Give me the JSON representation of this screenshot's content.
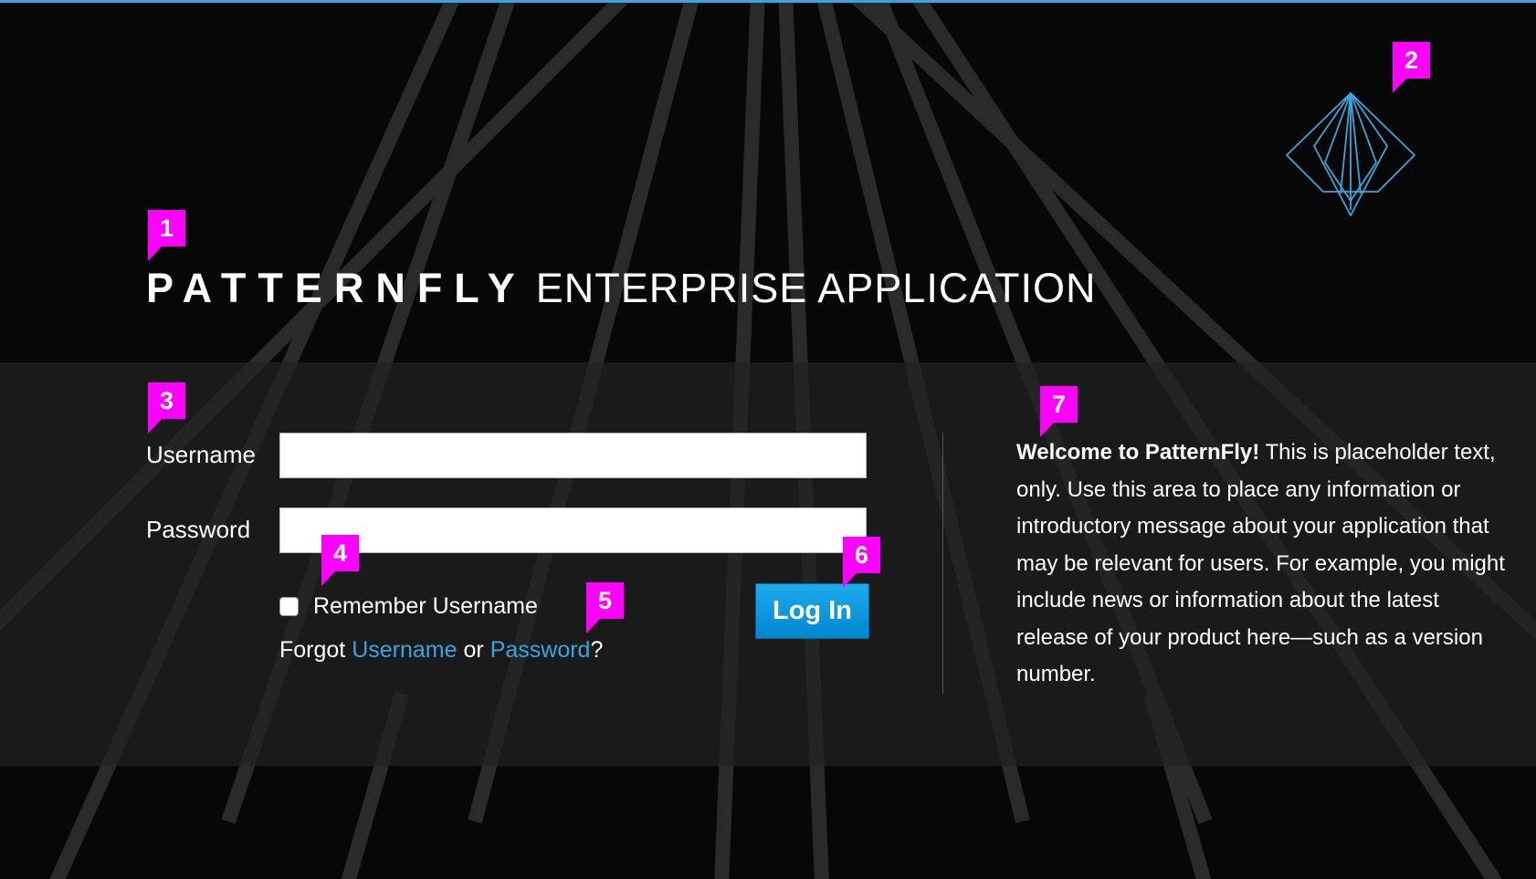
{
  "colors": {
    "background": "#070707",
    "accent_bar": "#39a5dc",
    "link": "#39a5dc",
    "primary_button": "#0088ce",
    "callout_marker": "#ff00ff",
    "logo_stroke": "#39a5dc"
  },
  "header": {
    "brand_name": "PATTERNFLY",
    "app_title": "ENTERPRISE APPLICATION",
    "logo_icon": "patternfly-diamond-logo-icon"
  },
  "login_form": {
    "username_label": "Username",
    "username_value": "",
    "password_label": "Password",
    "password_value": "",
    "remember_label": "Remember Username",
    "remember_checked": false,
    "forgot_prefix": "Forgot",
    "forgot_username_link": "Username",
    "forgot_or": "or",
    "forgot_password_link": "Password",
    "forgot_suffix": "?",
    "login_button": "Log In"
  },
  "info": {
    "welcome_strong": "Welcome to PatternFly!",
    "welcome_text": "This is placeholder text, only. Use this area to place any information or introductory message about your application that may be relevant for users. For example, you might include news or information about the latest release of your product here—such as a version number."
  },
  "callouts": [
    "1",
    "2",
    "3",
    "4",
    "5",
    "6",
    "7"
  ]
}
